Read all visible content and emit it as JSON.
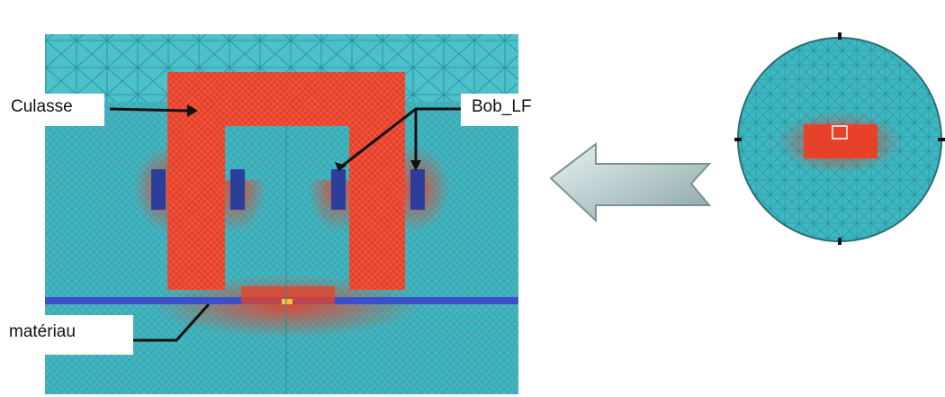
{
  "labels": {
    "culasse": "Culasse",
    "bobine": "Bob_LF",
    "materiau": "matériau"
  },
  "colors": {
    "mesh_background": "#3db7c2",
    "mesh_lines": "#2a8a95",
    "yoke_red": "#e8412a",
    "coil_blue": "#2b3f9a",
    "material_band": "#3b4fc8",
    "arrow_fill_light": "#e9f1f1",
    "arrow_fill_dark": "#8aa6a8",
    "label_background": "#ffffff"
  }
}
